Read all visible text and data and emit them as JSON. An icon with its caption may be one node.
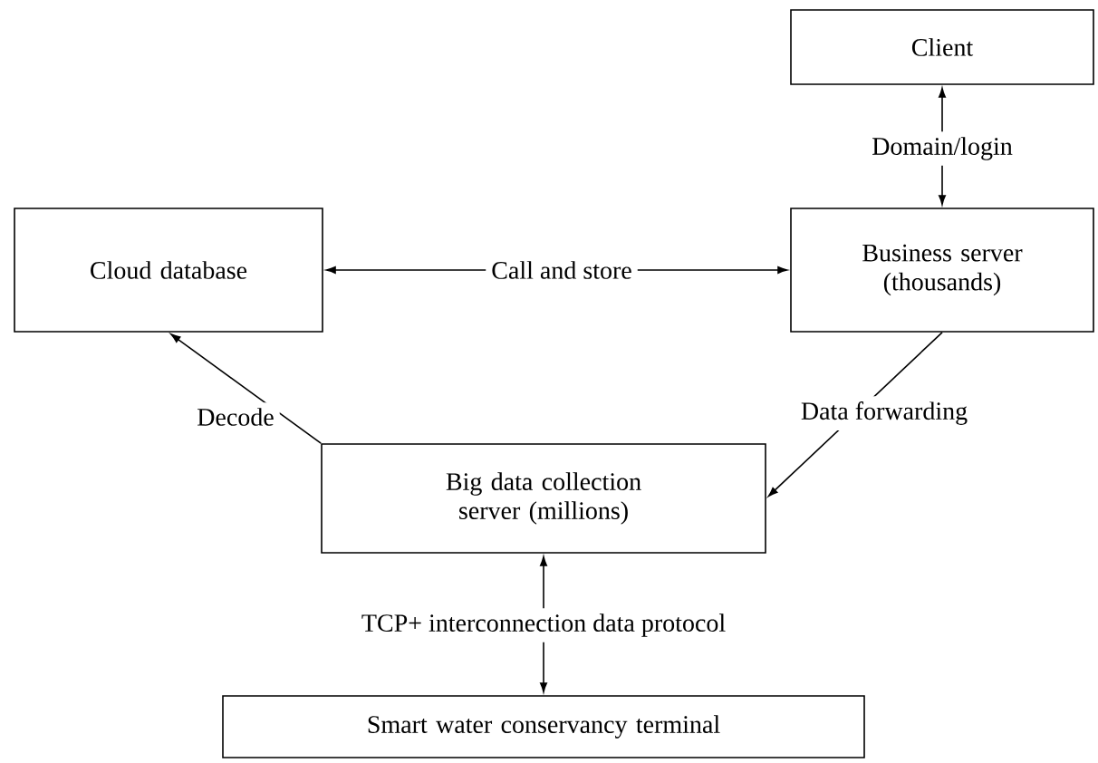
{
  "diagram": {
    "nodes": [
      {
        "text": [
          "Client"
        ]
      },
      {
        "text": [
          "Cloud database"
        ]
      },
      {
        "text": [
          "Business server (thousands)"
        ]
      },
      {
        "text": [
          "Big data collection server (millions)"
        ]
      },
      {
        "text": [
          "Smart water conservancy terminal"
        ]
      }
    ],
    "edges": [
      {
        "from": 2,
        "to": 0,
        "arrow": "both",
        "label": "Domain/login"
      },
      {
        "from": 1,
        "to": 2,
        "arrow": "both",
        "label": "Call and store"
      },
      {
        "from": 2,
        "to": 3,
        "arrow": "to",
        "label": "Data forwarding"
      },
      {
        "from": 3,
        "to": 1,
        "arrow": "to",
        "label": "Decode"
      },
      {
        "from": 3,
        "to": 4,
        "arrow": "both",
        "label": "TCP+ interconnection data protocol"
      }
    ]
  }
}
